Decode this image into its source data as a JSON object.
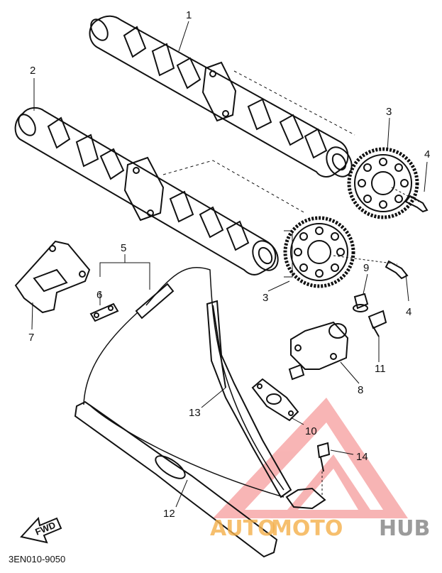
{
  "diagram": {
    "callouts": [
      "1",
      "2",
      "3",
      "3",
      "4",
      "4",
      "5",
      "6",
      "7",
      "8",
      "9",
      "10",
      "11",
      "12",
      "13",
      "14"
    ],
    "fwd_text": "FWD",
    "part_code": "3EN010-9050"
  },
  "watermark": {
    "word_auto": "AUTO",
    "word_moto": "MOTO",
    "word_hub": "HUB",
    "colors": {
      "accent": "#f08080",
      "orange": "#f5b04a",
      "gray": "#8a8a8a"
    }
  }
}
